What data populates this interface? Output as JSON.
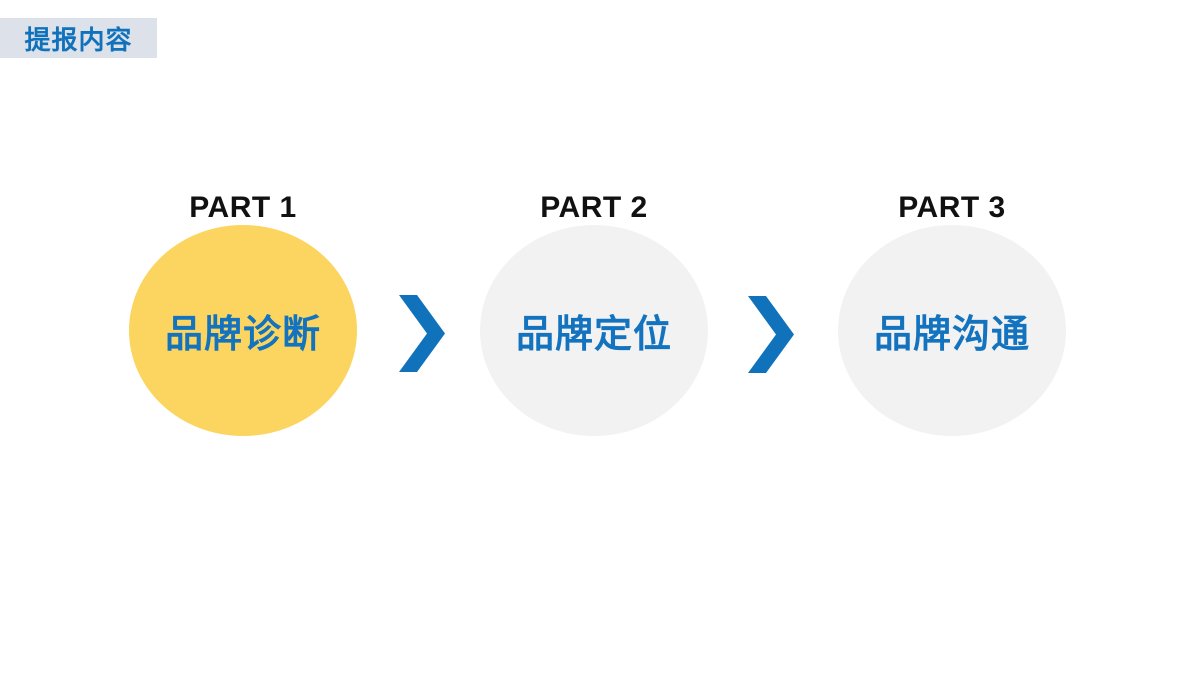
{
  "slide": {
    "header": {
      "label": "提报内容"
    },
    "steps": [
      {
        "part": "PART 1",
        "title": "品牌诊断",
        "circle_color": "#FBD55F"
      },
      {
        "part": "PART 2",
        "title": "品牌定位",
        "circle_color": "#F2F2F2"
      },
      {
        "part": "PART 3",
        "title": "品牌沟通",
        "circle_color": "#F2F2F2"
      }
    ],
    "colors": {
      "accent_blue": "#1172BC",
      "circle_text_blue": "#1473BE",
      "part_text": "#111111",
      "badge_bg": "#DDE1E9",
      "badge_text": "#1172BC",
      "background": "#FFFFFF"
    }
  }
}
